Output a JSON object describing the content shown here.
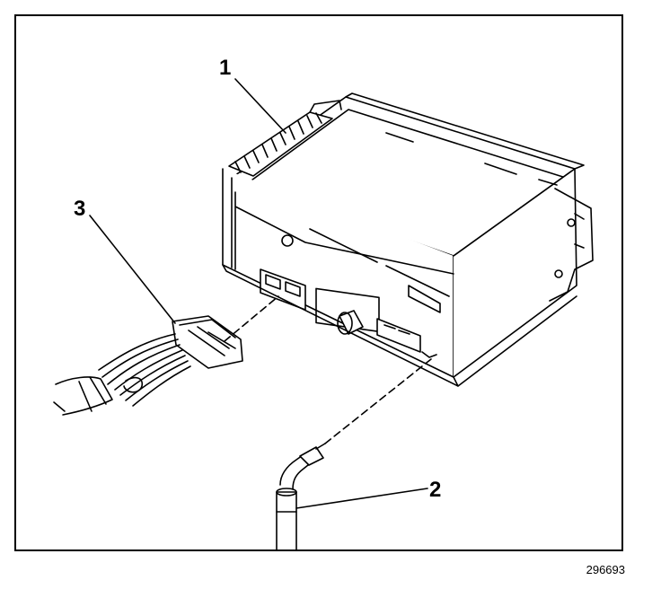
{
  "callouts": {
    "radio_unit": "1",
    "antenna_cable": "2",
    "wiring_harness_connector": "3"
  },
  "figure_id": "296693"
}
